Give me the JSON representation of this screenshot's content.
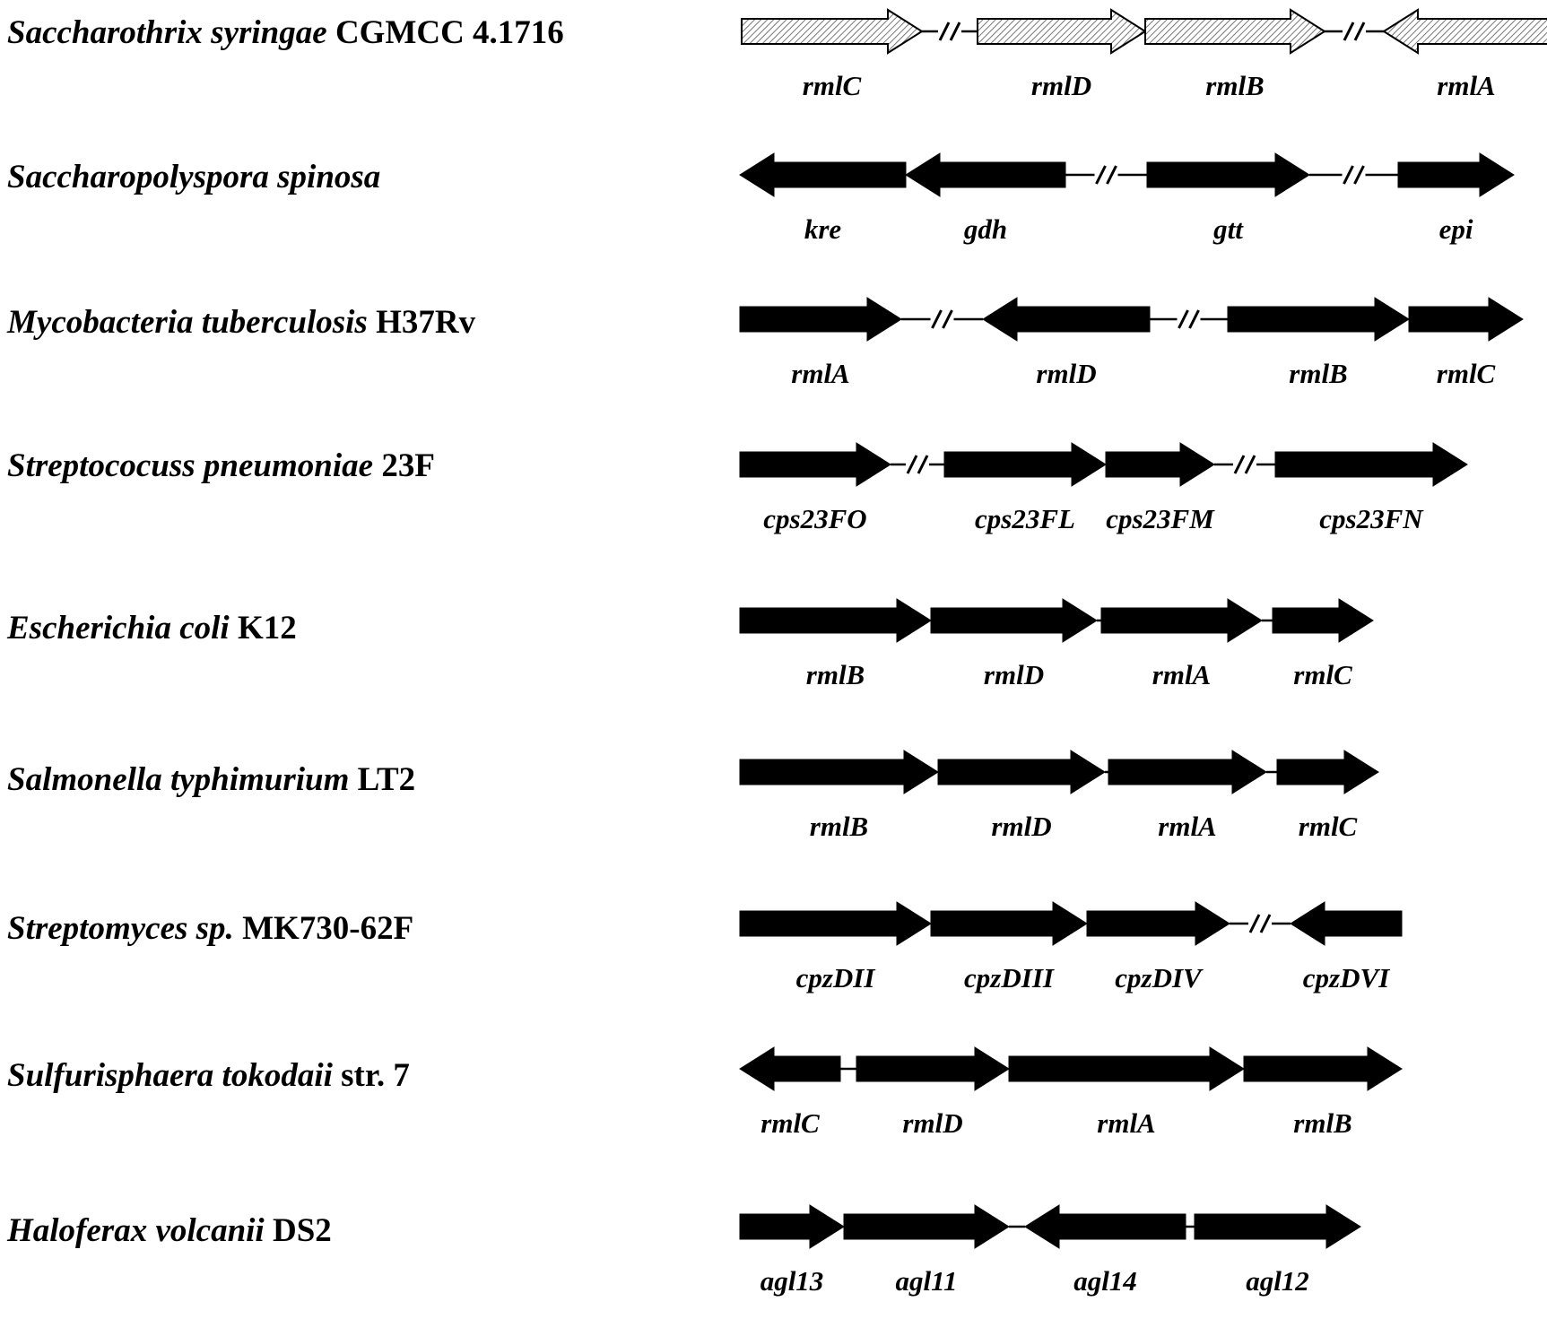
{
  "figure": {
    "colors": {
      "gene_fill": "#000000",
      "hatched_fill": "#ffffff",
      "hatch_stroke": "#777777",
      "connector": "#000000"
    },
    "rows": [
      {
        "organism_italic": "Saccharothrix syringae",
        "organism_plain": " CGMCC 4.1716",
        "style": "hatched",
        "genes": [
          {
            "name": "rmlC",
            "direction": "right"
          },
          {
            "name": "rmlD",
            "direction": "right"
          },
          {
            "name": "rmlB",
            "direction": "right"
          },
          {
            "name": "rmlA",
            "direction": "left"
          }
        ]
      },
      {
        "organism_italic": "Saccharopolyspora spinosa",
        "organism_plain": "",
        "style": "solid",
        "genes": [
          {
            "name": "kre",
            "direction": "left"
          },
          {
            "name": "gdh",
            "direction": "left"
          },
          {
            "name": "gtt",
            "direction": "right"
          },
          {
            "name": "epi",
            "direction": "right"
          }
        ]
      },
      {
        "organism_italic": "Mycobacteria tuberculosis",
        "organism_plain": " H37Rv",
        "style": "solid",
        "genes": [
          {
            "name": "rmlA",
            "direction": "right"
          },
          {
            "name": "rmlD",
            "direction": "left"
          },
          {
            "name": "rmlB",
            "direction": "right"
          },
          {
            "name": "rmlC",
            "direction": "right"
          }
        ]
      },
      {
        "organism_italic": "Streptococuss pneumoniae",
        "organism_plain": " 23F",
        "style": "solid",
        "genes": [
          {
            "name": "cps23FO",
            "direction": "right"
          },
          {
            "name": "cps23FL",
            "direction": "right"
          },
          {
            "name": "cps23FM",
            "direction": "right"
          },
          {
            "name": "cps23FN",
            "direction": "right"
          }
        ]
      },
      {
        "organism_italic": "Escherichia coli",
        "organism_plain": " K12",
        "style": "solid",
        "genes": [
          {
            "name": "rmlB",
            "direction": "right"
          },
          {
            "name": "rmlD",
            "direction": "right"
          },
          {
            "name": "rmlA",
            "direction": "right"
          },
          {
            "name": "rmlC",
            "direction": "right"
          }
        ]
      },
      {
        "organism_italic": "Salmonella typhimurium",
        "organism_plain": " LT2",
        "style": "solid",
        "genes": [
          {
            "name": "rmlB",
            "direction": "right"
          },
          {
            "name": "rmlD",
            "direction": "right"
          },
          {
            "name": "rmlA",
            "direction": "right"
          },
          {
            "name": "rmlC",
            "direction": "right"
          }
        ]
      },
      {
        "organism_italic": "Streptomyces sp.",
        "organism_plain": " MK730-62F",
        "style": "solid",
        "genes": [
          {
            "name": "cpzDII",
            "direction": "right"
          },
          {
            "name": "cpzDIII",
            "direction": "right"
          },
          {
            "name": "cpzDIV",
            "direction": "right"
          },
          {
            "name": "cpzDVI",
            "direction": "left"
          }
        ]
      },
      {
        "organism_italic": "Sulfurisphaera tokodaii",
        "organism_plain": " str. 7",
        "style": "solid",
        "genes": [
          {
            "name": "rmlC",
            "direction": "left"
          },
          {
            "name": "rmlD",
            "direction": "right"
          },
          {
            "name": "rmlA",
            "direction": "right"
          },
          {
            "name": "rmlB",
            "direction": "right"
          }
        ]
      },
      {
        "organism_italic": "Haloferax volcanii",
        "organism_plain": " DS2",
        "style": "solid",
        "genes": [
          {
            "name": "agl13",
            "direction": "right"
          },
          {
            "name": "agl11",
            "direction": "right"
          },
          {
            "name": "agl14",
            "direction": "left"
          },
          {
            "name": "agl12",
            "direction": "right"
          }
        ]
      }
    ]
  }
}
